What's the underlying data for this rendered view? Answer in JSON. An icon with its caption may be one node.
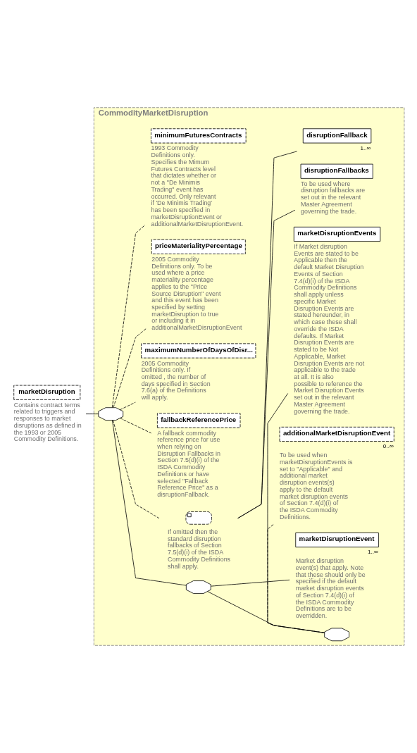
{
  "diagram": {
    "nodes": [
      {
        "text": [
          "marketDisruption"
        ],
        "beside": [
          "Contains contract terms related to triggers and responses to market disruptions as defined in the 1993 or 2005 Commodity Definitions."
        ]
      },
      {
        "text": [
          "CommodityMarketDisruption"
        ]
      },
      {
        "text": [],
        "shape": "octagon",
        "in": 1
      },
      {
        "text": [],
        "shape": "octagon",
        "in": 1
      },
      {
        "text": [],
        "shape": "octagon",
        "in": 1
      },
      {
        "text": [
          "marketDisruptionEvents"
        ],
        "in": 1,
        "beside": [
          "If Market disruption Events are stated to be Applicable then the default Market Disruption Events of Section 7.4(d)(i) of the ISDA Commodity Definitions shall apply unless specific Market Disruption Events are stated hereunder, in which case these shall override the ISDA defaults. If Market Disruption Events are stated to be Not Applicable, Market Disruption Events are not applicable to the trade at all. It is also possible to reference the Market Disruption Events set out in the relevant Master Agreement governing the trade."
        ]
      },
      {
        "text": [
          "additionalMarketDisruptionEvent"
        ],
        "in": 1,
        "beside": [
          "0..∞",
          "To be used when marketDisruptionEvents is set to \"Applicable\" and additional market disruption events(s) apply to the default market disruption events of Section 7.4(d)(i) of the ISDA Commodity Definitions."
        ]
      },
      {
        "text": [
          "marketDisruptionEvent"
        ],
        "in": 1,
        "beside": [
          "1..∞",
          "Market disruption event(s) that apply. Note that these should only be specified if the default market disruption events of Section 7.4(d)(i) of the ISDA Commodity Definitions are to be overridden."
        ]
      },
      {
        "text": [],
        "shape": "octagon",
        "in": 1,
        "beside": [
          "If omitted then the standard disruption fallbacks of Section 7.5(d)(i) of the ISDA Commodity Definitions shall apply."
        ]
      },
      {
        "text": [
          "disruptionFallbacks"
        ],
        "in": 1,
        "beside": [
          "To be used where disruption fallbacks are set out in the relevant Master Agreement governing the trade."
        ]
      },
      {
        "text": [
          "disruptionFallback"
        ],
        "in": 1,
        "beside": [
          "1..∞"
        ]
      },
      {
        "text": [
          "fallbackReferencePrice"
        ],
        "in": 1,
        "beside": [
          "A fallback commodity reference price for use when relying on Disruption Fallbacks in Section 7.5(d)(i) of the ISDA Commodity Definitions or have selected \"Fallback Reference Price\" as a disruptionFallback."
        ]
      },
      {
        "text": [
          "maximumNumberOfDaysOfDisr..."
        ],
        "in": 1,
        "beside": [
          "2005 Commodity Definitions only. If omitted , the number of days specified in Section 7.6(a) of the Definitions will apply."
        ]
      },
      {
        "text": [
          "priceMaterialityPercentage"
        ],
        "in": 1,
        "beside": [
          "2005 Commodity Definitions only. To be used where a price materiality percentage applies to the \"Price Source Disruption\" event and this event has been specified by setting marketDisruption to true or including it in additionalMarketDisruptionEvent"
        ]
      },
      {
        "text": [
          "minimumFuturesContracts"
        ],
        "in": 1,
        "beside": [
          "1993 Commodity Definitions only. Specifies the Mimum Futures Contracts level that dictates whether or not a \"De Minimis Trading\" event has occurred. Only relevant if 'De Minimis Trading' has been specified in marketDisruptionEvent or additionalMarketDisruptionEvent."
        ]
      }
    ],
    "edges": [
      {
        "from": 0,
        "to": 2,
        "arrow": "none"
      },
      {
        "from": 2,
        "to": 3,
        "arrow": "none"
      },
      {
        "from": 3,
        "to": 4,
        "arrow": "none"
      },
      {
        "from": 4,
        "to": 5,
        "arrow": "none"
      },
      {
        "from": 4,
        "to": 6,
        "arrow": "none",
        "style": "dashed"
      },
      {
        "from": 3,
        "to": 7,
        "arrow": "none"
      },
      {
        "from": 2,
        "to": 8,
        "arrow": "none",
        "style": "dashed"
      },
      {
        "from": 8,
        "to": 9,
        "arrow": "none"
      },
      {
        "from": 8,
        "to": 10,
        "arrow": "none"
      },
      {
        "from": 2,
        "to": 11,
        "arrow": "none",
        "style": "dashed"
      },
      {
        "from": 2,
        "to": 12,
        "arrow": "none",
        "style": "dashed"
      },
      {
        "from": 2,
        "to": 13,
        "arrow": "none",
        "style": "dashed"
      },
      {
        "from": 2,
        "to": 14,
        "arrow": "none",
        "style": "dashed"
      }
    ]
  }
}
